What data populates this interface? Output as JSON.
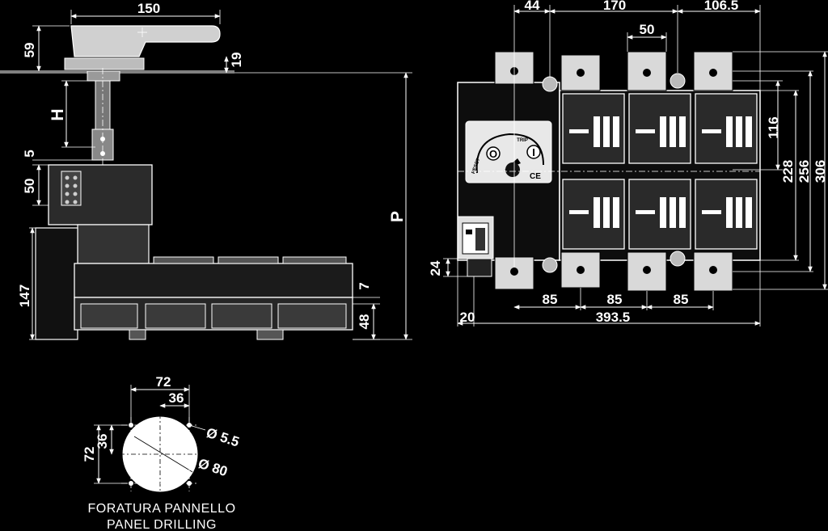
{
  "side_view": {
    "dim_width": "150",
    "dim_handle_height": "59",
    "dim_panel_offset": "19",
    "label_h": "H",
    "dim_gap": "5",
    "dim_module": "50",
    "dim_body": "147",
    "dim_depth": "7",
    "dim_base": "48",
    "label_p": "P"
  },
  "front_view": {
    "dim_left": "44",
    "dim_center": "170",
    "dim_right": "106.5",
    "dim_terminal": "50",
    "dim_pole_height": "116",
    "dim_height_1": "228",
    "dim_height_2": "256",
    "dim_height_3": "306",
    "dim_aux": "24",
    "dim_offset": "20",
    "dim_pitch_1": "85",
    "dim_pitch_2": "85",
    "dim_pitch_3": "85",
    "dim_total": "393.5",
    "selector_off": "O",
    "selector_on": "I",
    "selector_trip": "TRIP",
    "selector_reset": "RESET",
    "ce_mark": "CE"
  },
  "panel_drilling": {
    "dim_spacing": "72",
    "dim_half": "36",
    "dim_spacing_v": "72",
    "dim_half_v": "36",
    "hole_diameter": "Ø 5.5",
    "cutout_diameter": "Ø 80",
    "caption_it": "FORATURA PANNELLO",
    "caption_en": "PANEL DRILLING"
  }
}
